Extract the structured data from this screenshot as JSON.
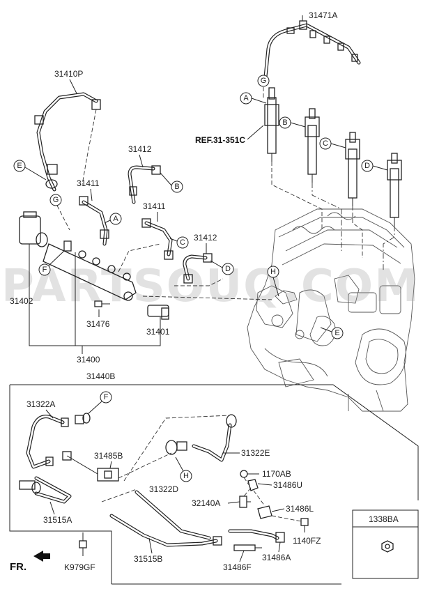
{
  "watermark": "PARTSOUQ.COM",
  "direction_label": "FR.",
  "reference_label": "REF.31-351C",
  "callouts": {
    "A": "A",
    "B": "B",
    "C": "C",
    "D": "D",
    "E": "E",
    "F": "F",
    "G": "G",
    "H": "H"
  },
  "parts": {
    "p31471A": "31471A",
    "p31410P": "31410P",
    "p31412a": "31412",
    "p31411a": "31411",
    "p31411b": "31411",
    "p31412b": "31412",
    "p31402": "31402",
    "p31476": "31476",
    "p31401": "31401",
    "p31400": "31400",
    "p31440B": "31440B",
    "p31322A": "31322A",
    "p31485B": "31485B",
    "p31322E": "31322E",
    "p31322D": "31322D",
    "p1170AB": "1170AB",
    "p31486U": "31486U",
    "p32140A": "32140A",
    "p31486L": "31486L",
    "p31515A": "31515A",
    "p1140FZ": "1140FZ",
    "p31515B": "31515B",
    "p31486A": "31486A",
    "p31486F": "31486F",
    "pK979GF": "K979GF"
  },
  "legend_box": {
    "part_number": "1338BA",
    "icon": "hex-nut-icon"
  }
}
